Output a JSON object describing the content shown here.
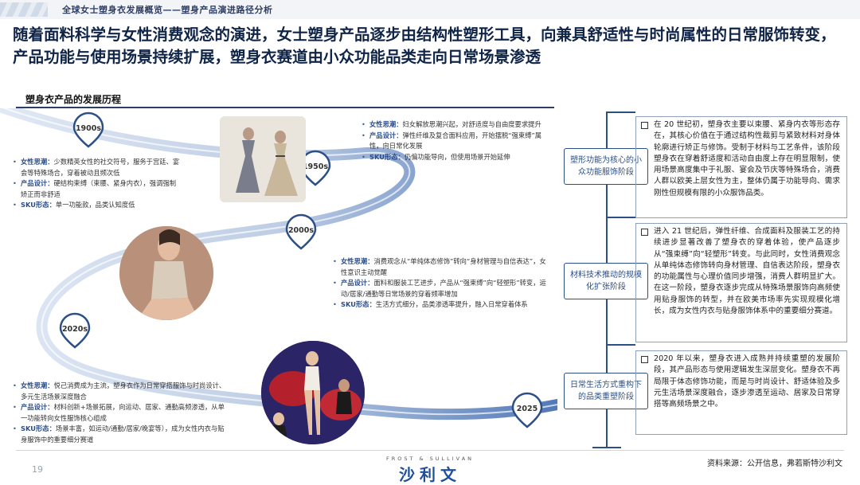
{
  "header": {
    "breadcrumb": "全球女士塑身衣发展概览——塑身产品演进路径分析"
  },
  "headline": "随着面料科学与女性消费观念的演进，女士塑身产品逐步由结构性塑形工具，向兼具舒适性与时尚属性的日常服饰转变，产品功能与使用场景持续扩展，塑身衣赛道由小众功能品类走向日常场景渗透",
  "section_title": "塑身衣产品的发展历程",
  "timeline": {
    "years": [
      "1900s",
      "1950s",
      "2000s",
      "2020s",
      "2025"
    ]
  },
  "notes": {
    "n1900": {
      "r1k": "女性思潮：",
      "r1": "少数精英女性的社交符号，服务于宫廷、宴会等特殊场合，穿着被动且频次低",
      "r2k": "产品设计：",
      "r2": "硬结构束缚（束腰、紧身内衣），强调强制矫正而非舒适",
      "r3k": "SKU形态：",
      "r3": "单一功能款，品类认知度低"
    },
    "n1950": {
      "r1k": "女性思潮：",
      "r1": "妇女解放思潮兴起，对舒适度与自由度要求提升",
      "r2k": "产品设计：",
      "r2": "弹性纤维及复合面料应用，开始摆脱“强束缚”属性，向日常化发展",
      "r3k": "SKU形态：",
      "r3": "仍偏功能导向，但使用场景开始延伸"
    },
    "n2000": {
      "r1k": "女性思潮：",
      "r1": "消费观念从“单纯体态修饰”转向“身材管理与自信表达”，女性意识主动觉醒",
      "r2k": "产品设计：",
      "r2": "面料和服装工艺进步，产品从“强束缚”向“轻塑形”转变，运动/居家/通勤等日常场景的穿着频率增加",
      "r3k": "SKU形态：",
      "r3": "生活方式细分，品类渗透率提升，融入日常穿着体系"
    },
    "n2020": {
      "r1k": "女性思潮：",
      "r1": "悦己消费成为主流，塑身衣作为日常穿搭服饰与时尚设计、多元生活场景深度融合",
      "r2k": "产品设计：",
      "r2": "材料创新+场景拓展，向运动、居家、通勤高频渗透，从单一功能转向女性服饰核心组成",
      "r3k": "SKU形态：",
      "r3": "场景丰富，如运动/通勤/居家/晚宴等），成为女性内衣与贴身服饰中的重要细分赛道"
    }
  },
  "stages": [
    {
      "label": "塑形功能为核心的小众功能服饰阶段",
      "desc": "在 20 世纪初，塑身衣主要以束腰、紧身内衣等形态存在，其核心价值在于通过结构性裁剪与紧致材料对身体轮廓进行矫正与修饰。受制于材料与工艺条件，该阶段塑身衣在穿着舒适度和活动自由度上存在明显限制，使用场景高度集中于礼服、宴会及节庆等特殊场合，消费人群以欧美上层女性为主，整体仍属于功能导向、需求刚性但规模有限的小众服饰品类。"
    },
    {
      "label": "材料技术推动的规模化扩张阶段",
      "desc": "进入 21 世纪后，弹性纤维、合成面料及服装工艺的持续进步显著改善了塑身衣的穿着体验，使产品逐步从“强束缚”向“轻塑形”转变。与此同时，女性消费观念从单纯体态修饰转向身材管理、自信表达阶段，塑身衣的功能属性与心理价值同步增强，消费人群明显扩大。在这一阶段，塑身衣逐步完成从特殊场景服饰向高频使用贴身服饰的转型，并在欧美市场率先实现规模化增长，成为女性内衣与贴身服饰体系中的重要细分赛道。"
    },
    {
      "label": "日常生活方式重构下的品类重塑阶段",
      "desc": "2020 年以来，塑身衣进入成熟并持续重塑的发展阶段，其产品形态与使用逻辑发生深层变化。塑身衣不再局限于体态修饰功能，而是与时尚设计、舒适体验及多元生活场景深度融合，逐步渗透至运动、居家及日常穿搭等高频场景之中。"
    }
  ],
  "footer": {
    "source": "资料来源：公开信息，弗若斯特沙利文",
    "page": "19",
    "logo_small": "FROST & SULLIVAN",
    "logo_main": "沙利文"
  }
}
